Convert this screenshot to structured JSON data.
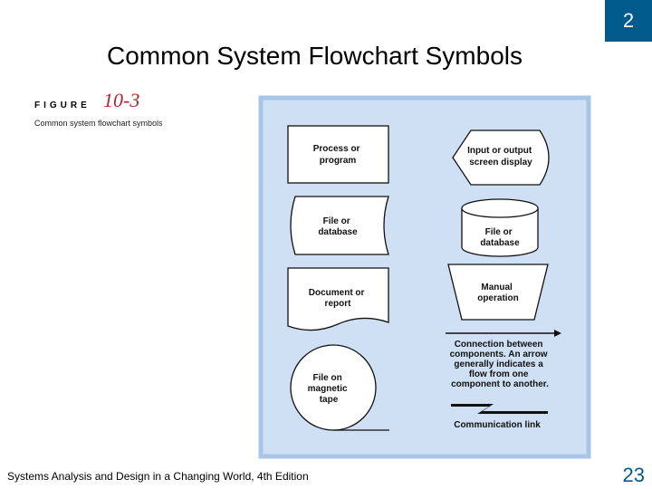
{
  "slide": {
    "chapter": "2",
    "title": "Common System Flowchart Symbols",
    "footer": "Systems Analysis and Design in a Changing World, 4th Edition",
    "page_number": "23"
  },
  "figure": {
    "label": "FIGURE",
    "number": "10-3",
    "caption": "Common system flowchart symbols",
    "symbols": {
      "process": [
        "Process or",
        "program"
      ],
      "input_output": [
        "Input or output",
        "screen display"
      ],
      "file_db_left": [
        "File or",
        "database"
      ],
      "file_db_cylinder": [
        "File or",
        "database"
      ],
      "document": [
        "Document or",
        "report"
      ],
      "manual": [
        "Manual",
        "operation"
      ],
      "connection": [
        "Connection between",
        "components. An arrow",
        "generally indicates a",
        "flow from one",
        "component to another."
      ],
      "magnetic_tape": [
        "File on",
        "magnetic",
        "tape"
      ],
      "communication": [
        "Communication link"
      ]
    }
  },
  "colors": {
    "tab": "#005a8c",
    "panel_bg": "#cfe0f4",
    "panel_border": "#a9c5e8",
    "figure_number": "#b3262e"
  }
}
